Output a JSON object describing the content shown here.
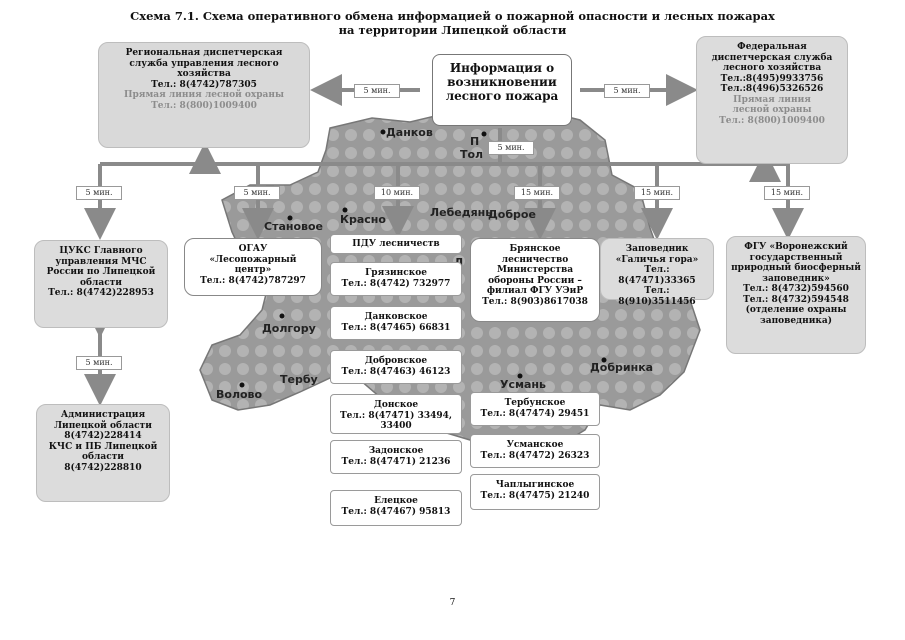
{
  "title": {
    "line1": "Схема 7.1. Схема оперативного обмена информацией о пожарной опасности и лесных пожарах",
    "line2": "на территории Липецкой области"
  },
  "info_box": {
    "text": "Информация о возникновении лесного пожара"
  },
  "regional": {
    "line1": "Региональная диспетчерская",
    "line2": "служба управления лесного",
    "line3": "хозяйства",
    "phone": "Тел.: 8(4742)787305",
    "faded1": "Прямая линия лесной охраны",
    "faded2": "Тел.: 8(800)1009400"
  },
  "federal": {
    "line1": "Федеральная",
    "line2": "диспетчерская служба",
    "line3": "лесного хозяйства",
    "phone1": "Тел.:8(495)9933756",
    "phone2": "Тел.:8(496)5326526",
    "faded1": "Прямая линия",
    "faded2": "лесной охраны",
    "faded3": "Тел.: 8(800)1009400"
  },
  "tsuks": {
    "line1": "ЦУКС Главного",
    "line2": "управления МЧС",
    "line3": "России по Липецкой",
    "line4": "области",
    "phone": "Тел.: 8(4742)228953"
  },
  "admin": {
    "line1": "Администрация",
    "line2": "Липецкой области",
    "phone1": "8(4742)228414",
    "line3": "КЧС и ПБ Липецкой",
    "line4": "области",
    "phone2": "8(4742)228810"
  },
  "oglsu": {
    "line1": "ОГАУ",
    "line2": "«Лесопожарный",
    "line3": "центр»",
    "phone": "Тел.: 8(4742)787297"
  },
  "pdu": {
    "title": "ПДУ лесничеств"
  },
  "forestries_left": [
    {
      "name": "Грязинское",
      "phone": "Тел.: 8(4742) 732977"
    },
    {
      "name": "Данковское",
      "phone": "Тел.: 8(47465) 66831"
    },
    {
      "name": "Добровское",
      "phone": "Тел.: 8(47463) 46123"
    },
    {
      "name": "Донское",
      "phone": "Тел.: 8(47471) 33494, 33400"
    },
    {
      "name": "Задонское",
      "phone": "Тел.: 8(47471) 21236"
    },
    {
      "name": "Елецкое",
      "phone": "Тел.: 8(47467) 95813"
    }
  ],
  "forestries_right": [
    {
      "name": "Тербунское",
      "phone": "Тел.: 8(47474) 29451"
    },
    {
      "name": "Усманское",
      "phone": "Тел.: 8(47472) 26323"
    },
    {
      "name": "Чаплыгинское",
      "phone": "Тел.: 8(47475) 21240"
    }
  ],
  "bryansk": {
    "line1": "Брянское",
    "line2": "лесничество",
    "line3": "Министерства",
    "line4": "обороны России –",
    "line5": "филиал ФГУ УЭиР",
    "phone": "Тел.: 8(903)8617038"
  },
  "zapovednik": {
    "line1": "Заповедник",
    "line2": "«Галичья гора»",
    "phone1": "Тел.: 8(47471)33365",
    "phone2": "Тел.: 8(910)3511456"
  },
  "fgu": {
    "line1": "ФГУ «Воронежский",
    "line2": "государственный",
    "line3": "природный биосферный",
    "line4": "заповедник»",
    "phone1": "Тел.: 8(4732)594560",
    "phone2": "Тел.: 8(4732)594548",
    "note": "(отделение охраны заповедника)"
  },
  "times": {
    "to_regional": "5 мин.",
    "to_federal": "5 мин.",
    "center": "5 мин.",
    "tsuks": "5 мин.",
    "oglsu": "5 мин.",
    "pdu": "10 мин.",
    "bryansk": "15 мин.",
    "zapovednik": "15 мин.",
    "fgu": "15 мин.",
    "admin": "5 мин."
  },
  "map_towns": {
    "dankov": "Данков",
    "lebedyan": "Лебедянь",
    "stanovoe": "Становое",
    "krasnoe": "Красно",
    "dolgorukovo": "Долгору",
    "volovo": "Волово",
    "terbuny": "Тербу",
    "dobrinka": "Добринка",
    "dobroe": "Доброе",
    "usman": "Усмань",
    "ll": "Л",
    "tol": "Тол",
    "pa": "П"
  },
  "page_number": "7"
}
